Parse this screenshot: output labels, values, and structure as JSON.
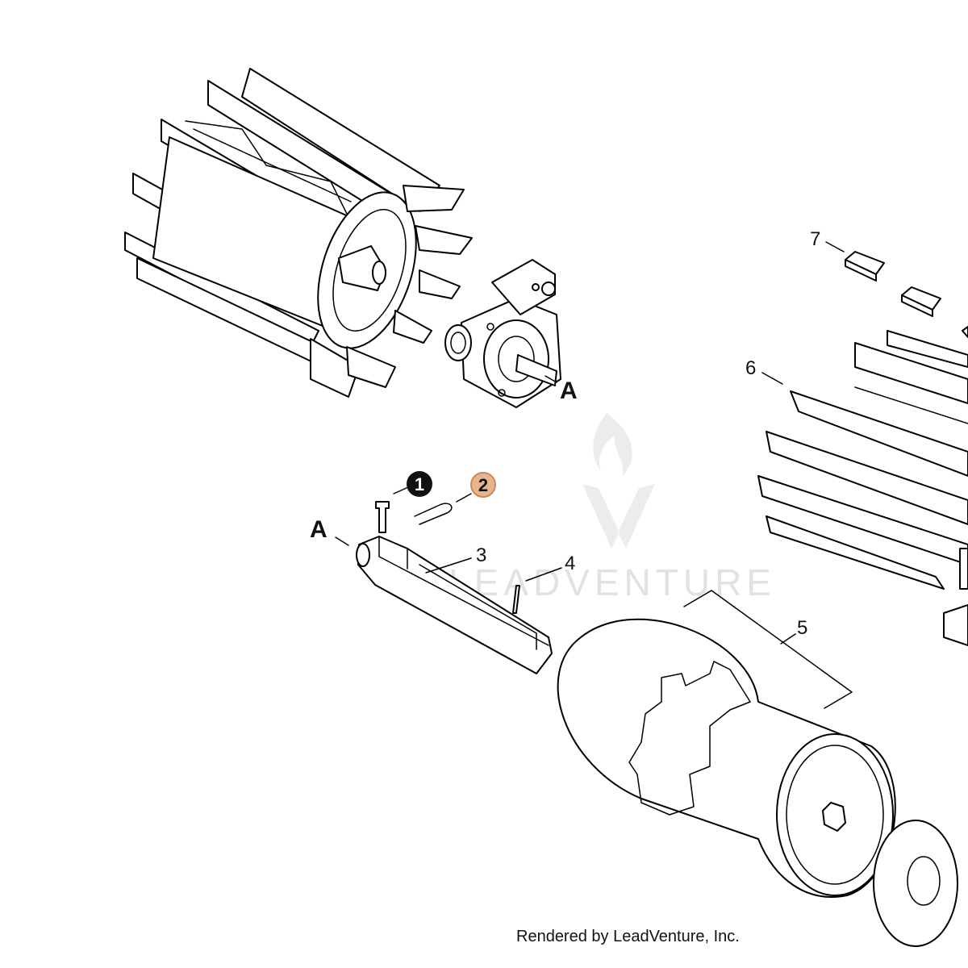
{
  "callouts": {
    "item1": "1",
    "item2": "2",
    "item3": "3",
    "item4": "4",
    "item5": "5",
    "item6": "6",
    "item7": "7"
  },
  "reference_labels": {
    "upper": "A",
    "lower": "A"
  },
  "watermark": {
    "text": "LEADVENTURE"
  },
  "credit": "Rendered by LeadVenture, Inc.",
  "colors": {
    "line": "#000000",
    "badge_dark": "#111111",
    "badge_highlight": "#e6b48e",
    "badge_highlight_border": "#c88a5c",
    "watermark": "#e2e2e2"
  }
}
